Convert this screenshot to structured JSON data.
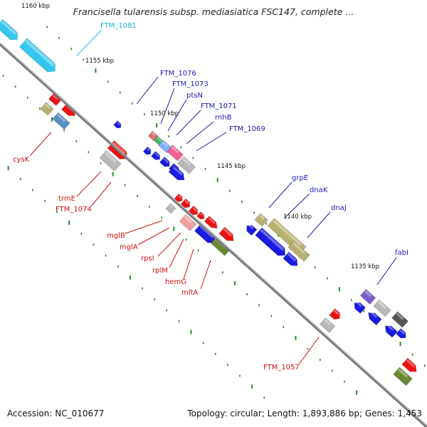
{
  "title": "Francisella tularensis subsp. mediasiatica FSC147, complete ...",
  "accession": "Accession: NC_010677",
  "topology": "Topology: circular; Length: 1,893,886 bp; Genes: 1,453",
  "colors": {
    "backbone": "#777777",
    "tick": "#2a8a2a",
    "red": "#ee1111",
    "blue": "#1a1ae0",
    "cyan": "#33c6ee",
    "grey": "#b8b8b8",
    "olive": "#b8b070",
    "label_blue": "#1a1aa8",
    "label_red": "#cc1111",
    "label_cyan": "#22b0dd"
  },
  "scale_labels": [
    {
      "text": "1160 kbp"
    },
    {
      "text": "1155 kbp"
    },
    {
      "text": "1150 kbp"
    },
    {
      "text": "1145 kbp"
    },
    {
      "text": "1140 kbp"
    },
    {
      "text": "1135 kbp"
    }
  ],
  "gene_labels": {
    "top": [
      {
        "text": "FTM_1081",
        "color": "cyan"
      },
      {
        "text": "FTM_1076",
        "color": "blue"
      },
      {
        "text": "FTM_1073",
        "color": "blue"
      },
      {
        "text": "ptsN",
        "color": "blue"
      },
      {
        "text": "FTM_1071",
        "color": "blue"
      },
      {
        "text": "rnhB",
        "color": "blue"
      },
      {
        "text": "FTM_1069",
        "color": "blue"
      },
      {
        "text": "grpE",
        "color": "blue"
      },
      {
        "text": "dnaK",
        "color": "blue"
      },
      {
        "text": "dnaJ",
        "color": "blue"
      },
      {
        "text": "fabI",
        "color": "blue"
      }
    ],
    "bottom": [
      {
        "text": "cysK",
        "color": "red"
      },
      {
        "text": "trmE",
        "color": "red"
      },
      {
        "text": "FTM_1074",
        "color": "red"
      },
      {
        "text": "mglB",
        "color": "red"
      },
      {
        "text": "mglA",
        "color": "red"
      },
      {
        "text": "rpsI",
        "color": "red"
      },
      {
        "text": "rplM",
        "color": "red"
      },
      {
        "text": "hemG",
        "color": "red"
      },
      {
        "text": "mltA",
        "color": "red"
      },
      {
        "text": "FTM_1057",
        "color": "red"
      }
    ]
  }
}
